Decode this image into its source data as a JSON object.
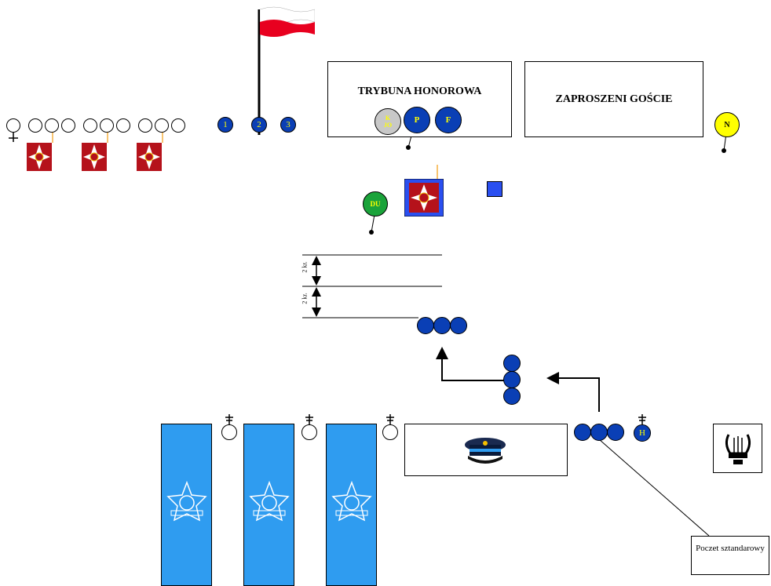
{
  "diagram": {
    "stand_title": "TRYBUNA HONOROWA",
    "guests_title": "ZAPROSZENI GOŚCIE",
    "markers": {
      "kjo_line1": "K",
      "kjo_line2": "JO",
      "president": "P",
      "f": "F",
      "n": "N",
      "du": "DU",
      "h": "H",
      "one": "1",
      "two": "2",
      "three": "3"
    },
    "spacing_label": "2 kr.",
    "caption": "Poczet sztandarowy",
    "colors": {
      "navy": "#0a3fb5",
      "light_blue": "#2f9cf0",
      "green": "#1aa33a",
      "yellow": "#ffff00",
      "gray": "#c8c8c8",
      "flag_red": "#e8001f",
      "banner_red": "#b5121b",
      "square_blue": "#2a4ff0"
    },
    "icons": [
      "poland-flag-icon",
      "regiment-banner-icon",
      "fire-service-banner-icon",
      "officer-cap-icon",
      "lyre-icon",
      "arrow-up-icon",
      "arrow-left-icon"
    ]
  }
}
